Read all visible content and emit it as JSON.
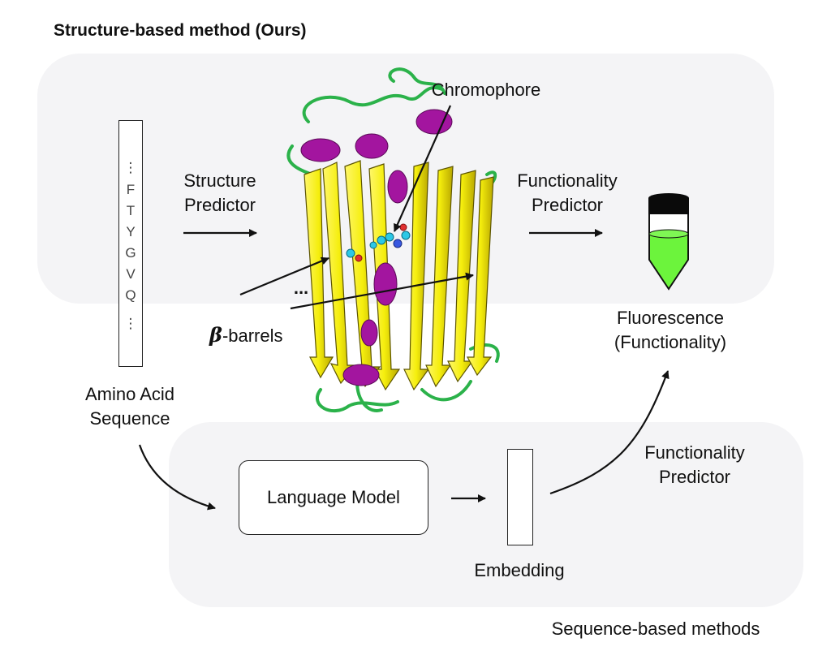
{
  "title": "Structure-based method (Ours)",
  "sequence_box": {
    "chars": [
      "⋮",
      "F",
      "T",
      "Y",
      "G",
      "V",
      "Q",
      "⋮"
    ]
  },
  "labels": {
    "structure_predictor": [
      "Structure",
      "Predictor"
    ],
    "functionality_predictor_top": [
      "Functionality",
      "Predictor"
    ],
    "chromophore": "Chromophore",
    "beta_symbol": "β",
    "beta_barrels": "-barrels",
    "ellipsis": "...",
    "fluorescence": [
      "Fluorescence",
      "(Functionality)"
    ],
    "amino_acid_sequence": [
      "Amino Acid",
      "Sequence"
    ],
    "language_model": "Language Model",
    "embedding": "Embedding",
    "functionality_predictor_bottom": [
      "Functionality",
      "Predictor"
    ],
    "sequence_based_methods": "Sequence-based methods"
  },
  "colors": {
    "panel": "#f4f4f6",
    "strand": "#f5ee0d",
    "helix": "#a3159f",
    "loop": "#2bb24a",
    "chromophore_atoms": "#2cc8e6",
    "tube_liquid": "#6cf43c"
  },
  "icons": [
    "protein-structure-icon",
    "test-tube-icon"
  ]
}
